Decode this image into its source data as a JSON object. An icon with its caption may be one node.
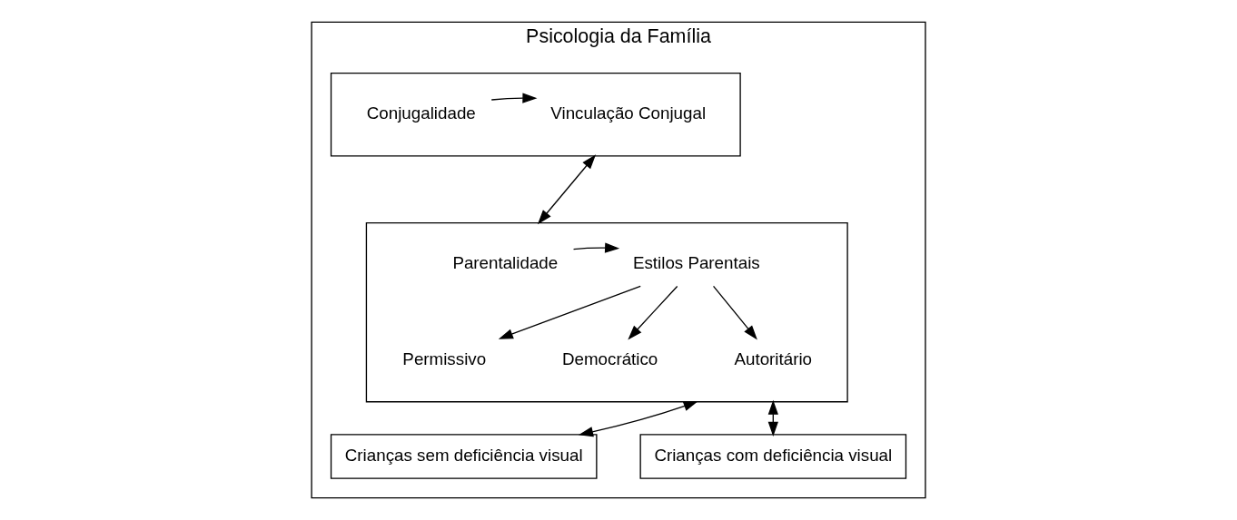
{
  "diagram": {
    "nodes": [
      {
        "text": [
          "Psicologia da Família"
        ]
      },
      {
        "text": [],
        "shape": "box",
        "in": 0
      },
      {
        "text": [
          "Conjugalidade"
        ],
        "in": 1
      },
      {
        "text": [
          "Vinculação Conjugal"
        ],
        "in": 1
      },
      {
        "text": [],
        "shape": "box",
        "in": 0
      },
      {
        "text": [
          "Parentalidade"
        ],
        "in": 4
      },
      {
        "text": [
          "Estilos Parentais"
        ],
        "in": 4
      },
      {
        "text": [
          "Permissivo"
        ],
        "in": 4
      },
      {
        "text": [
          "Democrático"
        ],
        "in": 4
      },
      {
        "text": [
          "Autoritário"
        ],
        "in": 4
      },
      {
        "text": [
          "Crianças sem deficiência visual"
        ],
        "in": 0
      },
      {
        "text": [
          "Crianças com deficiência visual"
        ],
        "in": 0
      }
    ],
    "edges": [
      {
        "from": 2,
        "to": 3,
        "arrow": "to"
      },
      {
        "from": 1,
        "to": 4,
        "arrow": "both"
      },
      {
        "from": 5,
        "to": 6,
        "arrow": "to"
      },
      {
        "from": 6,
        "to": 7,
        "arrow": "to"
      },
      {
        "from": 6,
        "to": 8,
        "arrow": "to"
      },
      {
        "from": 6,
        "to": 9,
        "arrow": "to"
      },
      {
        "from": 4,
        "to": 10,
        "arrow": "both"
      },
      {
        "from": 4,
        "to": 11,
        "arrow": "both"
      }
    ]
  }
}
